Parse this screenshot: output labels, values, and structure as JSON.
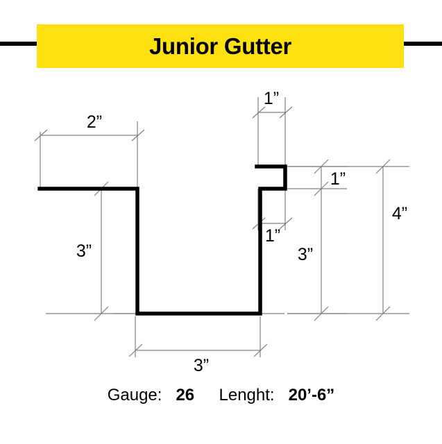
{
  "header": {
    "title": "Junior Gutter",
    "band_color": "#FFE011",
    "rule_color": "#000000"
  },
  "drawing": {
    "profile_color": "#000000",
    "dimension_color": "#808080",
    "dimensions": {
      "top_left_width": "2”",
      "top_hem_width": "1”",
      "left_depth": "3”",
      "right_hem_height": "1”",
      "hem_lip_width": "1”",
      "right_depth": "3”",
      "overall_height": "4”",
      "bottom_width": "3”"
    }
  },
  "footer": {
    "gauge_label": "Gauge:",
    "gauge_value": "26",
    "length_label": "Lenght:",
    "length_value": "20’-6”"
  },
  "chart_data": {
    "type": "table",
    "title": "Junior Gutter",
    "description": "Cross-section profile drawing of a Junior Gutter with dimension callouts",
    "categories": [
      "top_left_width",
      "top_hem_width",
      "left_depth",
      "right_hem_height",
      "hem_lip_width",
      "right_depth",
      "overall_height",
      "bottom_width"
    ],
    "values": [
      2,
      1,
      3,
      1,
      1,
      3,
      4,
      3
    ],
    "units": "inches",
    "gauge": 26,
    "length": "20'-6\""
  }
}
